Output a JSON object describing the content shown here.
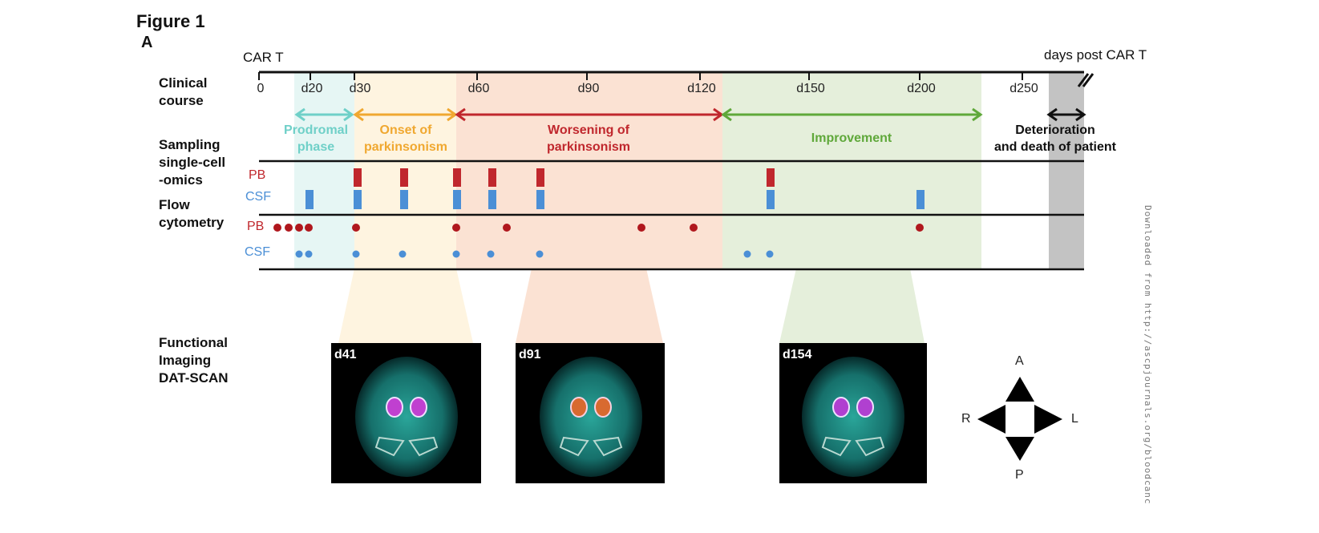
{
  "figure": {
    "title": "Figure 1",
    "panel": "A"
  },
  "timeline": {
    "start_label": "CAR T",
    "end_label": "days post CAR T",
    "ticks": [
      "0",
      "d20",
      "d30",
      "d60",
      "d90",
      "d120",
      "d150",
      "d200",
      "d250"
    ]
  },
  "rows": {
    "clinical": "Clinical\ncourse",
    "sampling": "Sampling\nsingle-cell\n-omics",
    "flow": "Flow\ncytometry",
    "imaging": "Functional\nImaging\nDAT-SCAN",
    "pb": "PB",
    "csf": "CSF"
  },
  "phases": [
    {
      "label": "Prodromal\nphase",
      "color": "#6fd0c8"
    },
    {
      "label": "Onset of\nparkinsonism",
      "color": "#f0a830"
    },
    {
      "label": "Worsening of\nparkinsonism",
      "color": "#c0272d"
    },
    {
      "label": "Improvement",
      "color": "#5fa83a"
    },
    {
      "label": "Deterioration\nand death of patient",
      "color": "#111111"
    }
  ],
  "scans": [
    {
      "label": "d41"
    },
    {
      "label": "d91"
    },
    {
      "label": "d154"
    }
  ],
  "orientation": {
    "top": "A",
    "bottom": "P",
    "left": "R",
    "right": "L"
  },
  "watermark": "Downloaded from http://ascpjournals.org/bloodcanc"
}
